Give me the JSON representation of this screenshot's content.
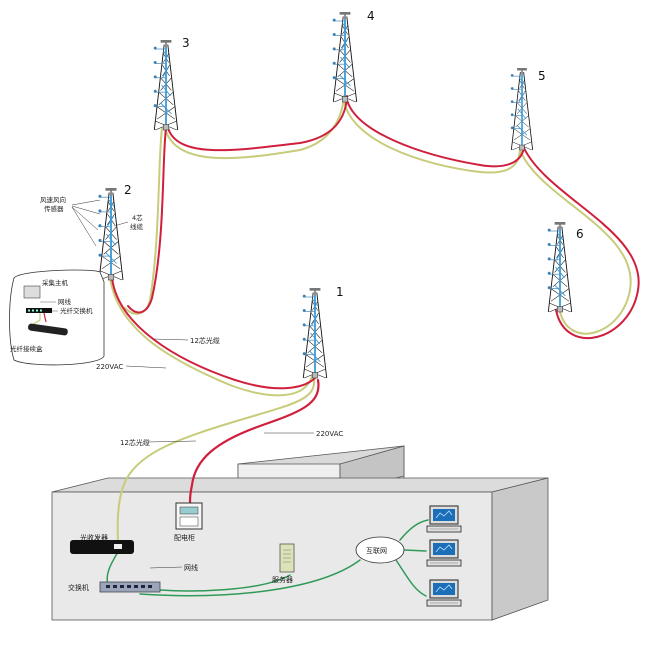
{
  "towers": [
    {
      "id": "tower-1",
      "label": "1"
    },
    {
      "id": "tower-2",
      "label": "2"
    },
    {
      "id": "tower-3",
      "label": "3"
    },
    {
      "id": "tower-4",
      "label": "4"
    },
    {
      "id": "tower-5",
      "label": "5"
    },
    {
      "id": "tower-6",
      "label": "6"
    }
  ],
  "tower2_annotations": {
    "wind_sensor": [
      "风速风向",
      "传感器"
    ],
    "four_core_cable": [
      "4芯",
      "线缆"
    ]
  },
  "field_box": {
    "collector": "采集主机",
    "network_cable": "网线",
    "fiber_switch": "光纤交换机",
    "fiber_splice_box": "光纤接续盒"
  },
  "cables": {
    "fiber_12_core": "12芯光缆",
    "power_220vac": "220VAC"
  },
  "control_room": {
    "optical_receiver": "光收发器",
    "distribution_cabinet": "配电柜",
    "network_cable": "网线",
    "switch": "交换机",
    "server": "服务器",
    "internet": "互联网"
  },
  "colors": {
    "power_line": "#d01f3c",
    "fiber_line": "#c8cc7a",
    "network_line": "#2f9a58",
    "tower_lattice": "#111111",
    "tower_core": "#3a9bd8",
    "room_front": "#e9e9e9",
    "room_side": "#cfcfcf"
  }
}
